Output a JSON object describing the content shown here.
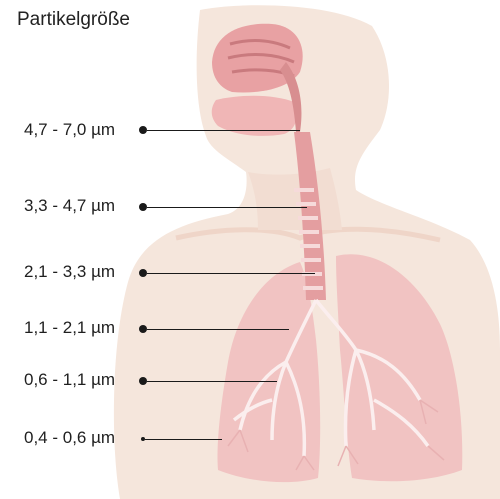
{
  "title": "Partikelgröße",
  "particle_sizes": [
    {
      "label": "4,7 - 7,0 µm"
    },
    {
      "label": "3,3 - 4,7 µm"
    },
    {
      "label": "2,1 - 3,3 µm"
    },
    {
      "label": "1,1 - 2,1 µm"
    },
    {
      "label": "0,6 - 1,1 µm"
    },
    {
      "label": "0,4 - 0,6 µm"
    }
  ],
  "colors": {
    "skin": "#f4e4da",
    "lung": "#f1c6c4",
    "airway": "#e7a3a4",
    "bronchi": "#ffffff",
    "text": "#1f1f1f"
  }
}
